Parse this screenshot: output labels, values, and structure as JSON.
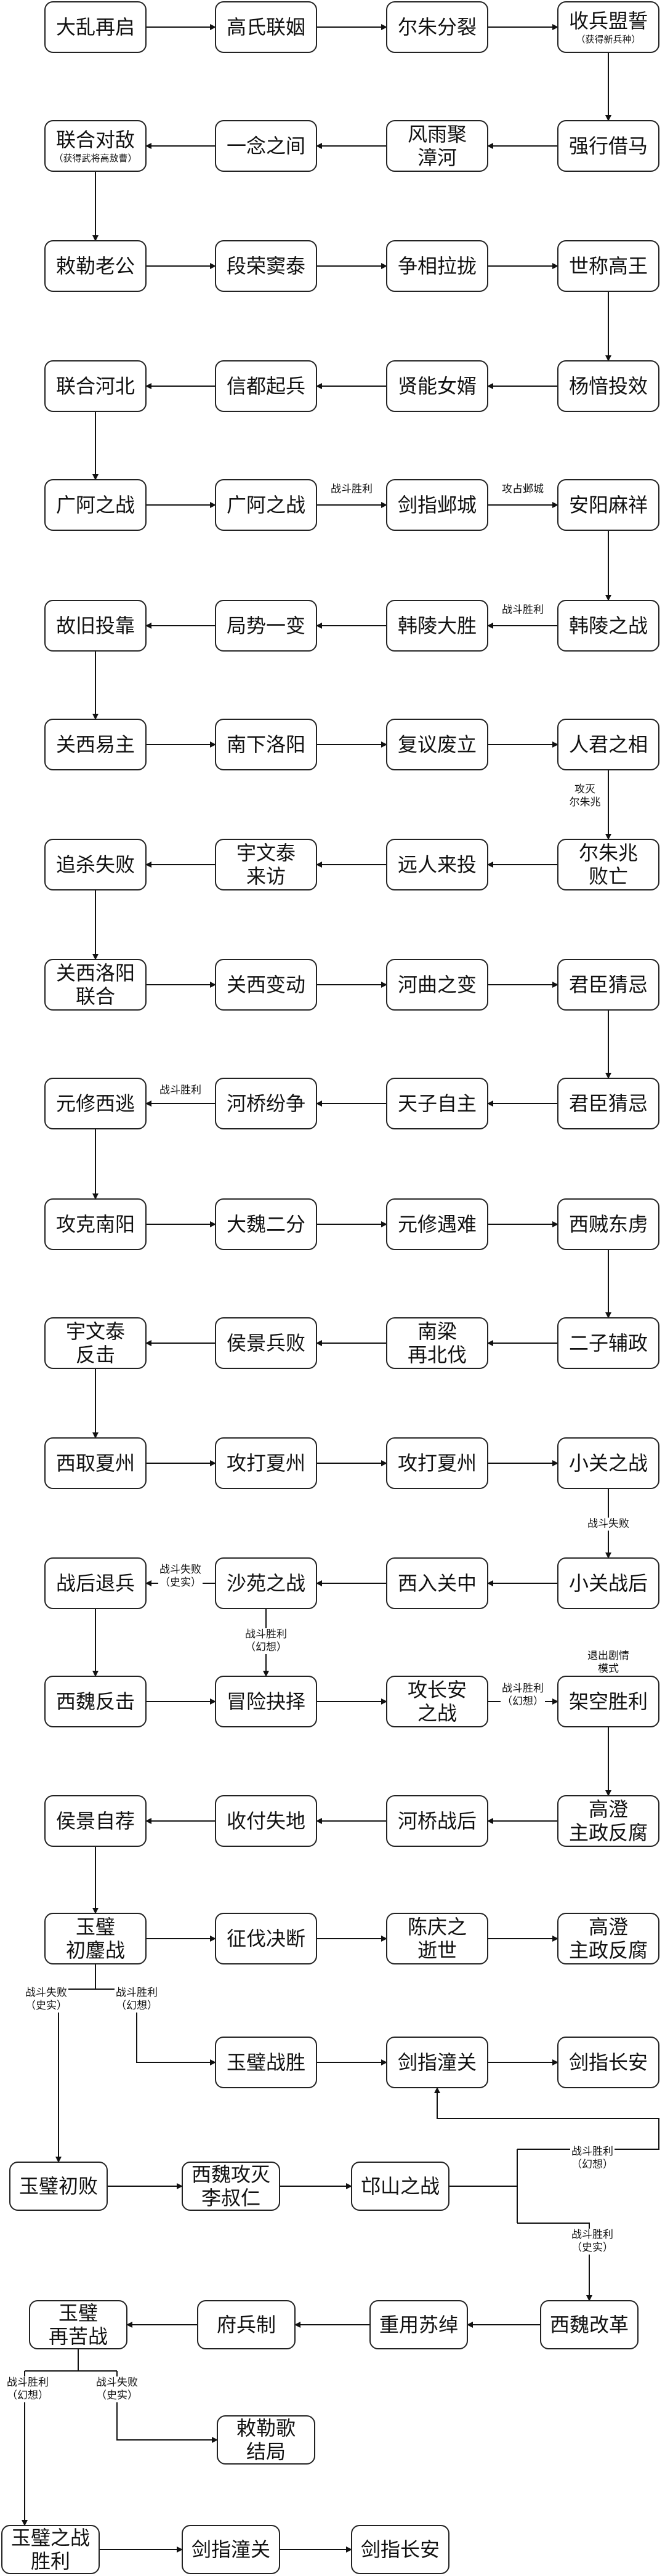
{
  "nodes": [
    {
      "id": "n1",
      "title": "大乱再启"
    },
    {
      "id": "n2",
      "title": "高氏联姻"
    },
    {
      "id": "n3",
      "title": "尔朱分裂"
    },
    {
      "id": "n4",
      "title": "收兵盟誓",
      "sub": "（获得新兵种）"
    },
    {
      "id": "n5",
      "title": "联合对敌",
      "sub": "（获得武将高敖曹）"
    },
    {
      "id": "n6",
      "title": "一念之间"
    },
    {
      "id": "n7",
      "title": "风雨聚\n漳河"
    },
    {
      "id": "n8",
      "title": "强行借马"
    },
    {
      "id": "n9",
      "title": "敕勒老公"
    },
    {
      "id": "n10",
      "title": "段荣窦泰"
    },
    {
      "id": "n11",
      "title": "争相拉拢"
    },
    {
      "id": "n12",
      "title": "世称高王"
    },
    {
      "id": "n13",
      "title": "联合河北"
    },
    {
      "id": "n14",
      "title": "信都起兵"
    },
    {
      "id": "n15",
      "title": "贤能女婿"
    },
    {
      "id": "n16",
      "title": "杨愔投效"
    },
    {
      "id": "n17",
      "title": "广阿之战"
    },
    {
      "id": "n18",
      "title": "广阿之战"
    },
    {
      "id": "n19",
      "title": "剑指邺城"
    },
    {
      "id": "n20",
      "title": "安阳麻祥"
    },
    {
      "id": "n21",
      "title": "故旧投靠"
    },
    {
      "id": "n22",
      "title": "局势一变"
    },
    {
      "id": "n23",
      "title": "韩陵大胜"
    },
    {
      "id": "n24",
      "title": "韩陵之战"
    },
    {
      "id": "n25",
      "title": "关西易主"
    },
    {
      "id": "n26",
      "title": "南下洛阳"
    },
    {
      "id": "n27",
      "title": "复议废立"
    },
    {
      "id": "n28",
      "title": "人君之相"
    },
    {
      "id": "n29",
      "title": "追杀失败"
    },
    {
      "id": "n30",
      "title": "宇文泰\n来访"
    },
    {
      "id": "n31",
      "title": "远人来投"
    },
    {
      "id": "n32",
      "title": "尔朱兆\n败亡"
    },
    {
      "id": "n33",
      "title": "关西洛阳\n联合"
    },
    {
      "id": "n34",
      "title": "关西变动"
    },
    {
      "id": "n35",
      "title": "河曲之变"
    },
    {
      "id": "n36",
      "title": "君臣猜忌"
    },
    {
      "id": "n37",
      "title": "元修西逃"
    },
    {
      "id": "n38",
      "title": "河桥纷争"
    },
    {
      "id": "n39",
      "title": "天子自主"
    },
    {
      "id": "n40",
      "title": "君臣猜忌"
    },
    {
      "id": "n41",
      "title": "攻克南阳"
    },
    {
      "id": "n42",
      "title": "大魏二分"
    },
    {
      "id": "n43",
      "title": "元修遇难"
    },
    {
      "id": "n44",
      "title": "西贼东虏"
    },
    {
      "id": "n45",
      "title": "宇文泰\n反击"
    },
    {
      "id": "n46",
      "title": "侯景兵败"
    },
    {
      "id": "n47",
      "title": "南梁\n再北伐"
    },
    {
      "id": "n48",
      "title": "二子辅政"
    },
    {
      "id": "n49",
      "title": "西取夏州"
    },
    {
      "id": "n50",
      "title": "攻打夏州"
    },
    {
      "id": "n51",
      "title": "攻打夏州"
    },
    {
      "id": "n52",
      "title": "小关之战"
    },
    {
      "id": "n53",
      "title": "战后退兵"
    },
    {
      "id": "n54",
      "title": "沙苑之战"
    },
    {
      "id": "n55",
      "title": "西入关中"
    },
    {
      "id": "n56",
      "title": "小关战后"
    },
    {
      "id": "n57",
      "title": "西魏反击"
    },
    {
      "id": "n58",
      "title": "冒险抉择"
    },
    {
      "id": "n59",
      "title": "攻长安\n之战"
    },
    {
      "id": "n60",
      "title": "架空胜利"
    },
    {
      "id": "n61",
      "title": "侯景自荐"
    },
    {
      "id": "n62",
      "title": "收付失地"
    },
    {
      "id": "n63",
      "title": "河桥战后"
    },
    {
      "id": "n64",
      "title": "高澄\n主政反腐"
    },
    {
      "id": "n65",
      "title": "玉璧\n初鏖战"
    },
    {
      "id": "n66",
      "title": "征伐决断"
    },
    {
      "id": "n67",
      "title": "陈庆之\n逝世"
    },
    {
      "id": "n68",
      "title": "高澄\n主政反腐"
    },
    {
      "id": "n69",
      "title": "玉璧战胜"
    },
    {
      "id": "n70",
      "title": "剑指潼关"
    },
    {
      "id": "n71",
      "title": "剑指长安"
    },
    {
      "id": "n72",
      "title": "玉璧初败"
    },
    {
      "id": "n73",
      "title": "西魏攻灭\n李叔仁"
    },
    {
      "id": "n74",
      "title": "邙山之战"
    },
    {
      "id": "n75",
      "title": "玉璧\n再苦战"
    },
    {
      "id": "n76",
      "title": "府兵制"
    },
    {
      "id": "n77",
      "title": "重用苏绰"
    },
    {
      "id": "n78",
      "title": "西魏改革"
    },
    {
      "id": "n79",
      "title": "敕勒歌\n结局"
    },
    {
      "id": "n80",
      "title": "玉璧之战\n胜利"
    },
    {
      "id": "n81",
      "title": "剑指潼关"
    },
    {
      "id": "n82",
      "title": "剑指长安"
    }
  ],
  "labels": [
    {
      "id": "l1",
      "text": "战斗胜利"
    },
    {
      "id": "l2",
      "text": "攻占邺城"
    },
    {
      "id": "l3",
      "text": "战斗胜利"
    },
    {
      "id": "l4",
      "text": "攻灭\n尔朱兆"
    },
    {
      "id": "l5",
      "text": "战斗胜利"
    },
    {
      "id": "l6",
      "text": "战斗失败"
    },
    {
      "id": "l7",
      "text": "战斗失败\n（史实）"
    },
    {
      "id": "l8",
      "text": "战斗胜利\n（幻想）"
    },
    {
      "id": "l9",
      "text": "战斗胜利\n（幻想）"
    },
    {
      "id": "l10",
      "text": "退出剧情\n模式"
    },
    {
      "id": "l11",
      "text": "战斗失败\n（史实）"
    },
    {
      "id": "l12",
      "text": "战斗胜利\n（幻想）"
    },
    {
      "id": "l13",
      "text": "战斗胜利\n（幻想）"
    },
    {
      "id": "l14",
      "text": "战斗胜利\n（史实）"
    },
    {
      "id": "l15",
      "text": "战斗胜利\n（幻想）"
    },
    {
      "id": "l16",
      "text": "战斗失败\n（史实）"
    }
  ],
  "colors": {
    "border": "#222222",
    "line": "#111111",
    "background": "#ffffff"
  }
}
